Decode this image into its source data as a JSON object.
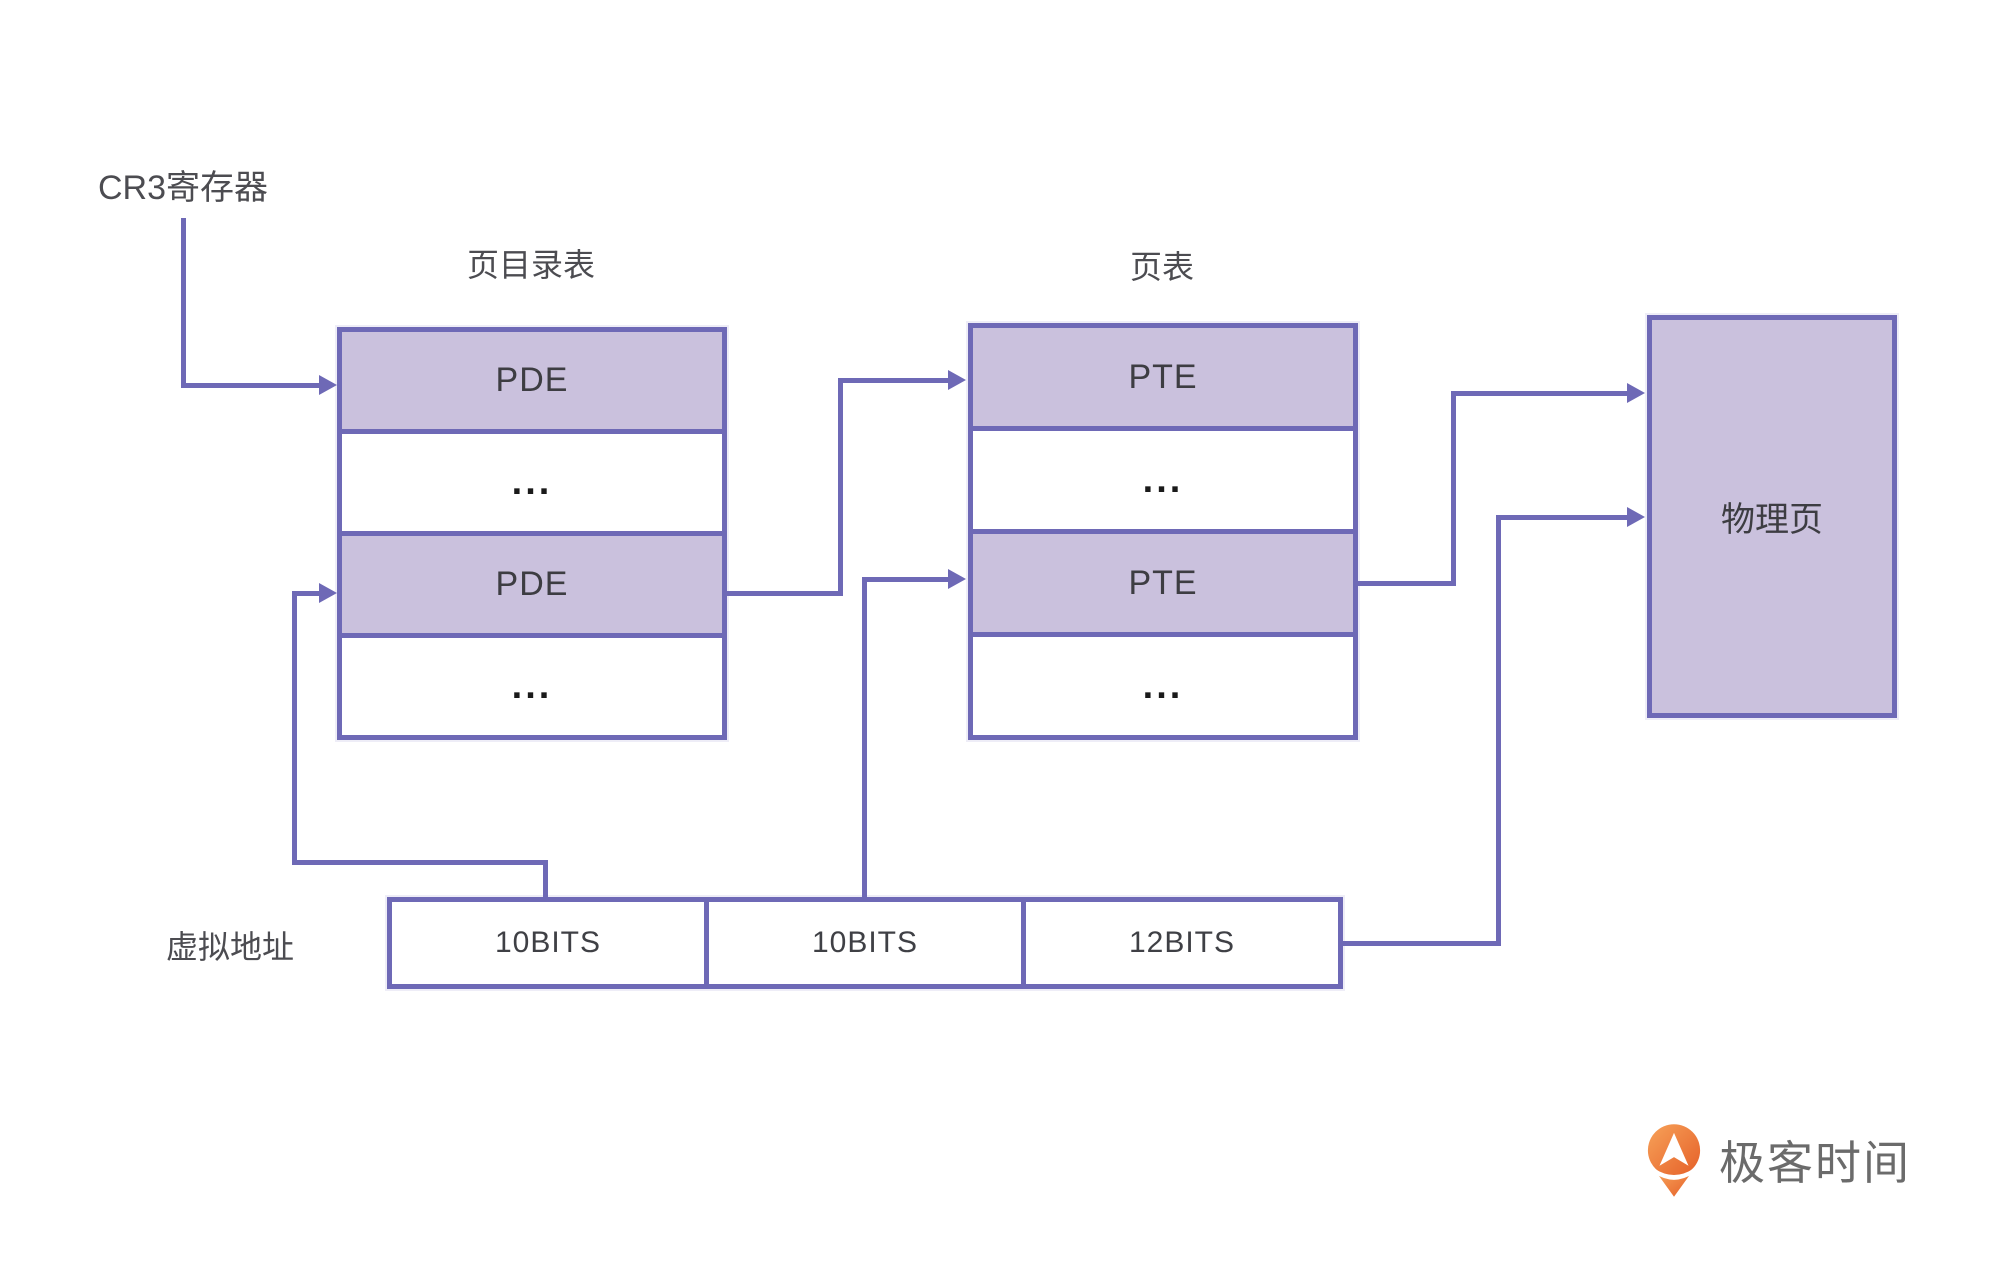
{
  "colors": {
    "line_purple": "#6e69b6",
    "box_fill_purple": "#cac1dd",
    "entry_text": "#3d3d42",
    "label_text": "#4c4c51",
    "dots_text": "#1a1a1a",
    "logo_text_gray": "#6b6b6b",
    "logo_orange_light": "#f7a259",
    "logo_orange_dark": "#e55f28"
  },
  "cr3": {
    "label": "CR3寄存器"
  },
  "page_directory": {
    "title": "页目录表",
    "rows": [
      {
        "label": "PDE",
        "type": "entry"
      },
      {
        "label": "...",
        "type": "ellipsis"
      },
      {
        "label": "PDE",
        "type": "entry"
      },
      {
        "label": "...",
        "type": "ellipsis"
      }
    ]
  },
  "page_table": {
    "title": "页表",
    "rows": [
      {
        "label": "PTE",
        "type": "entry"
      },
      {
        "label": "...",
        "type": "ellipsis"
      },
      {
        "label": "PTE",
        "type": "entry"
      },
      {
        "label": "...",
        "type": "ellipsis"
      }
    ]
  },
  "physical_page": {
    "label": "物理页"
  },
  "virtual_address": {
    "label": "虚拟地址",
    "fields": [
      {
        "label": "10BITS"
      },
      {
        "label": "10BITS"
      },
      {
        "label": "12BITS"
      }
    ]
  },
  "logo": {
    "text": "极客时间",
    "icon": "geektime-pin-icon"
  }
}
